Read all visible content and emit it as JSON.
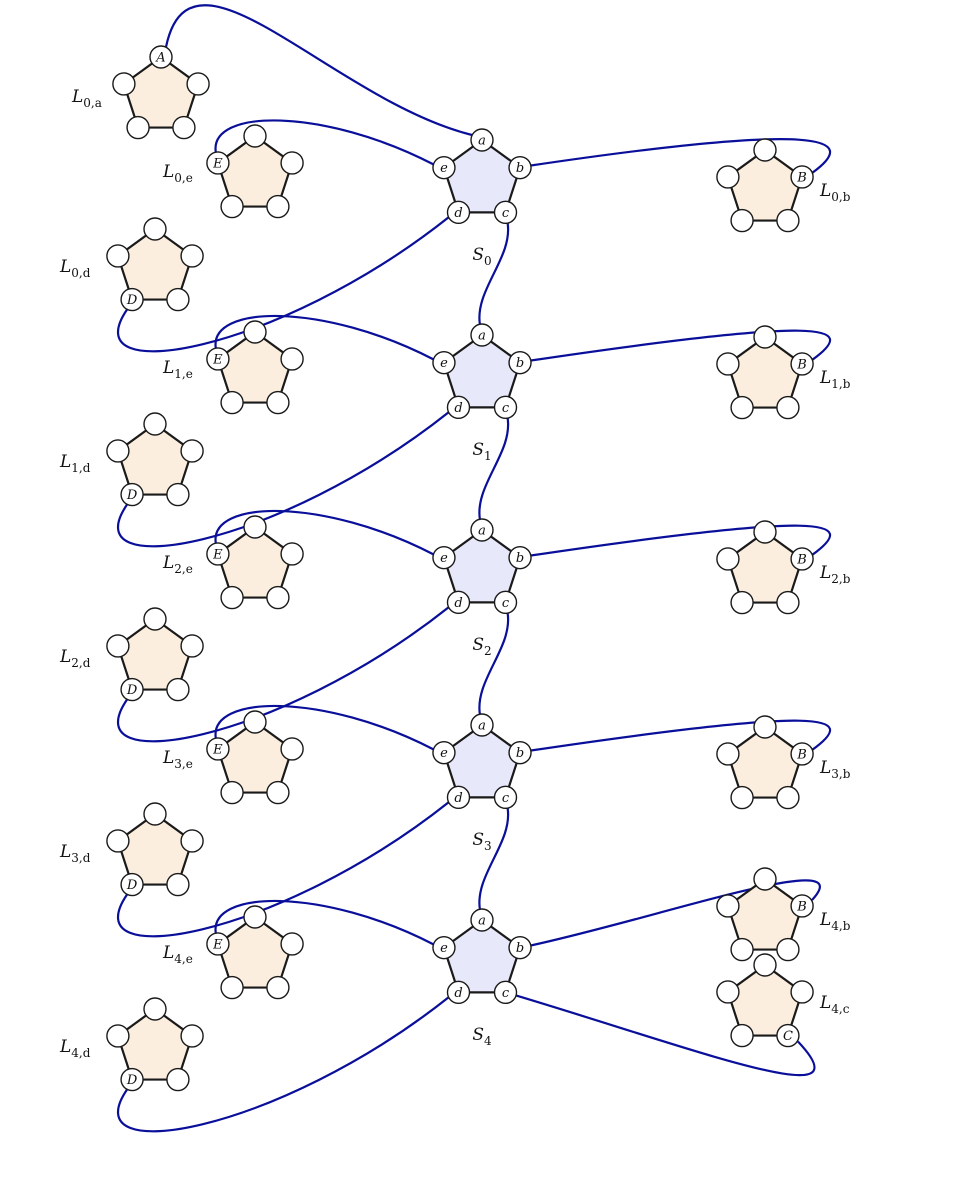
{
  "diagram": {
    "colors": {
      "edge": "#0a0f9a",
      "spine_fill": "#e8e8fb",
      "leaf_fill": "#fbeede",
      "outline": "#1a1a1a"
    },
    "spine_nodes": [
      {
        "name": "S",
        "sub": "0",
        "ports": [
          "a",
          "b",
          "c",
          "d",
          "e"
        ]
      },
      {
        "name": "S",
        "sub": "1",
        "ports": [
          "a",
          "b",
          "c",
          "d",
          "e"
        ]
      },
      {
        "name": "S",
        "sub": "2",
        "ports": [
          "a",
          "b",
          "c",
          "d",
          "e"
        ]
      },
      {
        "name": "S",
        "sub": "3",
        "ports": [
          "a",
          "b",
          "c",
          "d",
          "e"
        ]
      },
      {
        "name": "S",
        "sub": "4",
        "ports": [
          "a",
          "b",
          "c",
          "d",
          "e"
        ]
      }
    ],
    "leaf_nodes": [
      {
        "name": "L",
        "sub": "0,a",
        "port": "A"
      },
      {
        "name": "L",
        "sub": "0,e",
        "port": "E"
      },
      {
        "name": "L",
        "sub": "0,b",
        "port": "B"
      },
      {
        "name": "L",
        "sub": "0,d",
        "port": "D"
      },
      {
        "name": "L",
        "sub": "1,e",
        "port": "E"
      },
      {
        "name": "L",
        "sub": "1,b",
        "port": "B"
      },
      {
        "name": "L",
        "sub": "1,d",
        "port": "D"
      },
      {
        "name": "L",
        "sub": "2,e",
        "port": "E"
      },
      {
        "name": "L",
        "sub": "2,b",
        "port": "B"
      },
      {
        "name": "L",
        "sub": "2,d",
        "port": "D"
      },
      {
        "name": "L",
        "sub": "3,e",
        "port": "E"
      },
      {
        "name": "L",
        "sub": "3,b",
        "port": "B"
      },
      {
        "name": "L",
        "sub": "3,d",
        "port": "D"
      },
      {
        "name": "L",
        "sub": "4,e",
        "port": "E"
      },
      {
        "name": "L",
        "sub": "4,b",
        "port": "B"
      },
      {
        "name": "L",
        "sub": "4,c",
        "port": "C"
      },
      {
        "name": "L",
        "sub": "4,d",
        "port": "D"
      }
    ],
    "edges": [
      {
        "from": "S_0.a",
        "to": "L_{0,a}.A"
      },
      {
        "from": "S_0.e",
        "to": "L_{0,e}.E"
      },
      {
        "from": "S_0.b",
        "to": "L_{0,b}.B"
      },
      {
        "from": "S_0.c",
        "to": "S_1.a"
      },
      {
        "from": "S_0.d",
        "to": "L_{0,d}.D"
      },
      {
        "from": "S_1.e",
        "to": "L_{1,e}.E"
      },
      {
        "from": "S_1.b",
        "to": "L_{1,b}.B"
      },
      {
        "from": "S_1.c",
        "to": "S_2.a"
      },
      {
        "from": "S_1.d",
        "to": "L_{1,d}.D"
      },
      {
        "from": "S_2.e",
        "to": "L_{2,e}.E"
      },
      {
        "from": "S_2.b",
        "to": "L_{2,b}.B"
      },
      {
        "from": "S_2.c",
        "to": "S_3.a"
      },
      {
        "from": "S_2.d",
        "to": "L_{2,d}.D"
      },
      {
        "from": "S_3.e",
        "to": "L_{3,e}.E"
      },
      {
        "from": "S_3.b",
        "to": "L_{3,b}.B"
      },
      {
        "from": "S_3.c",
        "to": "S_4.a"
      },
      {
        "from": "S_3.d",
        "to": "L_{3,d}.D"
      },
      {
        "from": "S_4.e",
        "to": "L_{4,e}.E"
      },
      {
        "from": "S_4.b",
        "to": "L_{4,b}.B"
      },
      {
        "from": "S_4.c",
        "to": "L_{4,c}.C"
      },
      {
        "from": "S_4.d",
        "to": "L_{4,d}.D"
      }
    ]
  }
}
